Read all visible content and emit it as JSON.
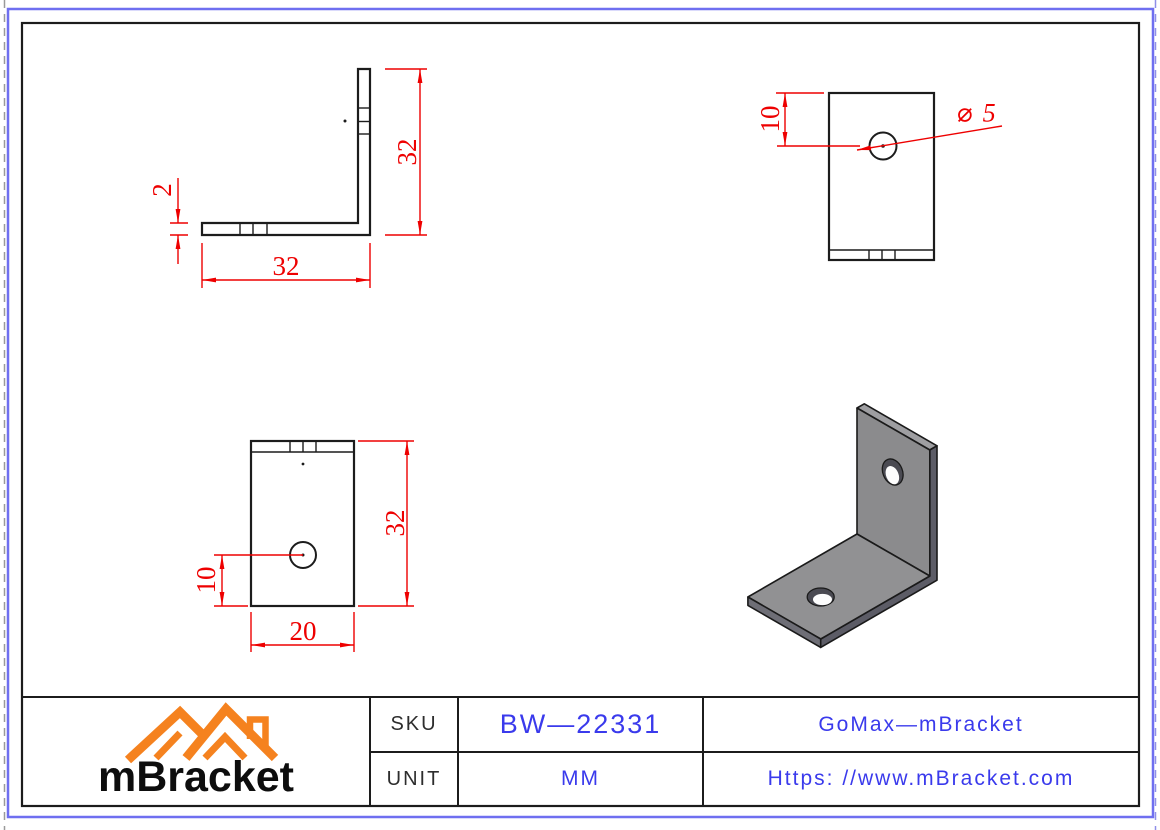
{
  "sheet": {
    "background": "#ffffff"
  },
  "colors": {
    "dimension_red": "#ee0000",
    "cad_text_blue": "#3a3aec",
    "outer_frame_blue": "#6f6ff0",
    "line_black": "#1c1c1c",
    "logo_orange": "#f5821f",
    "bracket_gray": "#8b8b8d",
    "bracket_side_dark": "#5c5c66",
    "bracket_top_light": "#9e9ea1"
  },
  "views": {
    "side": {
      "height_dim": "32",
      "width_dim": "32",
      "thickness_dim": "2"
    },
    "top": {
      "offset_dim": "10",
      "diameter_dim": "⌀ 5"
    },
    "front": {
      "height_dim": "32",
      "width_dim": "20",
      "offset_dim": "10"
    }
  },
  "title_block": {
    "logo_text": "mBracket",
    "sku_label": "SKU",
    "sku_value": "BW—22331",
    "unit_label": "UNIT",
    "unit_value": "MM",
    "brand": "GoMax—mBracket",
    "website": "Https: //www.mBracket.com"
  }
}
